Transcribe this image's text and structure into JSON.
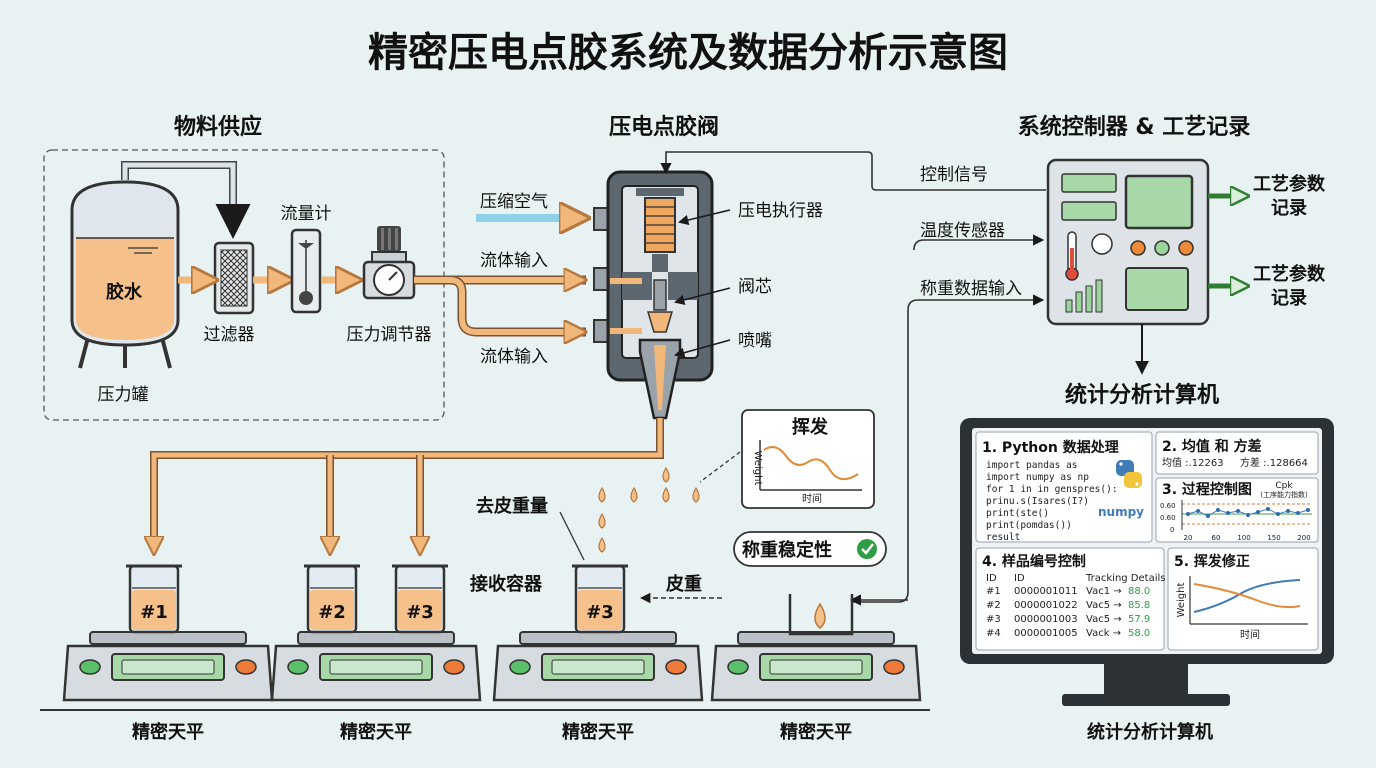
{
  "title": "精密压电点胶系统及数据分析示意图",
  "sections": {
    "supply": "物料供应",
    "valve": "压电点胶阀",
    "controller": "系统控制器 & 工艺记录",
    "computer": "统计分析计算机"
  },
  "supply": {
    "tank_content": "胶水",
    "tank_label": "压力罐",
    "filter_label": "过滤器",
    "flowmeter_label": "流量计",
    "regulator_label": "压力调节器"
  },
  "valve": {
    "air_label": "压缩空气",
    "fluid_in_1": "流体输入",
    "fluid_in_2": "流体输入",
    "actuator_label": "压电执行器",
    "core_label": "阀芯",
    "nozzle_label": "喷嘴"
  },
  "controller": {
    "control_signal": "控制信号",
    "temp_sensor": "温度传感器",
    "weigh_input": "称重数据输入",
    "record_1": [
      "工艺参数",
      "记录"
    ],
    "record_2": [
      "工艺参数",
      "记录"
    ]
  },
  "evaporation": {
    "title": "挥发",
    "ylabel": "Weight",
    "xlabel": "时间"
  },
  "labels": {
    "tare_weight": "去皮重量",
    "receiver": "接收容器",
    "tare": "皮重",
    "stability": "称重稳定性"
  },
  "beakers": [
    "#1",
    "#2",
    "#3",
    "#3"
  ],
  "scales": [
    "精密天平",
    "精密天平",
    "精密天平",
    "精密天平"
  ],
  "computer": {
    "bottom_label": "统计分析计算机",
    "p1": {
      "title": "1. Python 数据处理",
      "code": [
        "import pandas as",
        "import numpy as np",
        "for 1 in in genspres():",
        "    prinu.s(Isares(I?)",
        "    print(ste()",
        "print(pomdas())",
        "result"
      ],
      "numpy": "numpy"
    },
    "p2": {
      "title": "2. 均值 和 方差",
      "mean": "均值 :.12263",
      "variance": "方差 :.128664"
    },
    "p3": {
      "title": "3. 过程控制图",
      "cpk": "Cpk",
      "cpk_sub": "(工序能力指数)",
      "yticks": [
        "0.60",
        "0.60",
        "0"
      ],
      "xticks": [
        "20",
        "60",
        "100",
        "150",
        "200"
      ]
    },
    "p4": {
      "title": "4. 样品编号控制",
      "headers": [
        "ID",
        "ID",
        "Tracking Details"
      ],
      "rows": [
        [
          "#1",
          "0000001011",
          "Vac1 →",
          "88.0"
        ],
        [
          "#2",
          "0000001022",
          "Vac5 →",
          "85.8"
        ],
        [
          "#3",
          "0000001003",
          "Vac5 →",
          "57.9"
        ],
        [
          "#4",
          "0000001005",
          "Vack →",
          "58.0"
        ]
      ]
    },
    "p5": {
      "title": "5. 挥发修正",
      "ylabel": "Weight",
      "xlabel": "时间"
    }
  },
  "colors": {
    "background": "#e9f2f2",
    "pipe": "#f2b77a",
    "pipe_outline": "#c98a4e",
    "air": "#8fd1e6",
    "glue": "#f5c08a",
    "green_arrow": "#2e7d32",
    "equipment": "#c9d0d6",
    "dark": "#2b3135"
  }
}
